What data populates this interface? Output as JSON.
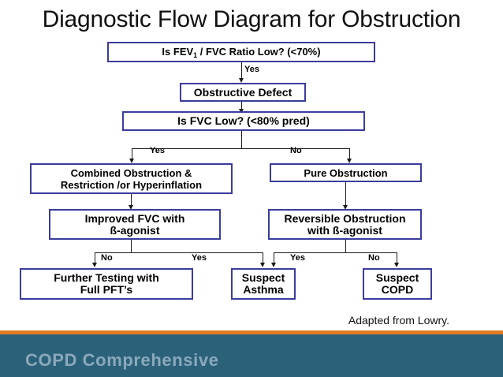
{
  "slide": {
    "title": "Diagnostic Flow Diagram for Obstruction",
    "attribution": "Adapted from Lowry.",
    "footer_text": "COPD Comprehensive",
    "colors": {
      "box_border": "#3b3c9e",
      "box_fill": "#ffffff",
      "connector": "#1b1b1b",
      "title_text": "#111111",
      "footer_band": "#2c6279",
      "footer_stripe": "#e07c24",
      "footer_text": "#8aa9bb",
      "background": "#ffffff"
    }
  },
  "diagram": {
    "nodes": [
      {
        "id": "fev1-fvc-question",
        "line1": "Is FEV",
        "sub": "1",
        "line1b": " / FVC Ratio Low? (<70%)"
      },
      {
        "id": "obstructive-defect",
        "line1": "Obstructive Defect"
      },
      {
        "id": "fvc-question",
        "line1": "Is FVC Low? (<80% pred)"
      },
      {
        "id": "combined-obstruction",
        "line1": "Combined Obstruction &",
        "line2": "Restriction /or Hyperinflation"
      },
      {
        "id": "pure-obstruction",
        "line1": "Pure Obstruction"
      },
      {
        "id": "improved-fvc",
        "line1": "Improved FVC with",
        "line2": "ß-agonist"
      },
      {
        "id": "reversible-obstruction",
        "line1": "Reversible Obstruction",
        "line2": "with ß-agonist"
      },
      {
        "id": "further-testing",
        "line1": "Further Testing with",
        "line2": "Full PFT’s"
      },
      {
        "id": "suspect-asthma",
        "line1": "Suspect",
        "line2": "Asthma"
      },
      {
        "id": "suspect-copd",
        "line1": "Suspect",
        "line2": "COPD"
      }
    ],
    "edge_labels": {
      "fev_yes": "Yes",
      "fvc_yes": "Yes",
      "fvc_no": "No",
      "improved_no": "No",
      "improved_yes": "Yes",
      "reversible_yes": "Yes",
      "reversible_no": "No"
    }
  }
}
